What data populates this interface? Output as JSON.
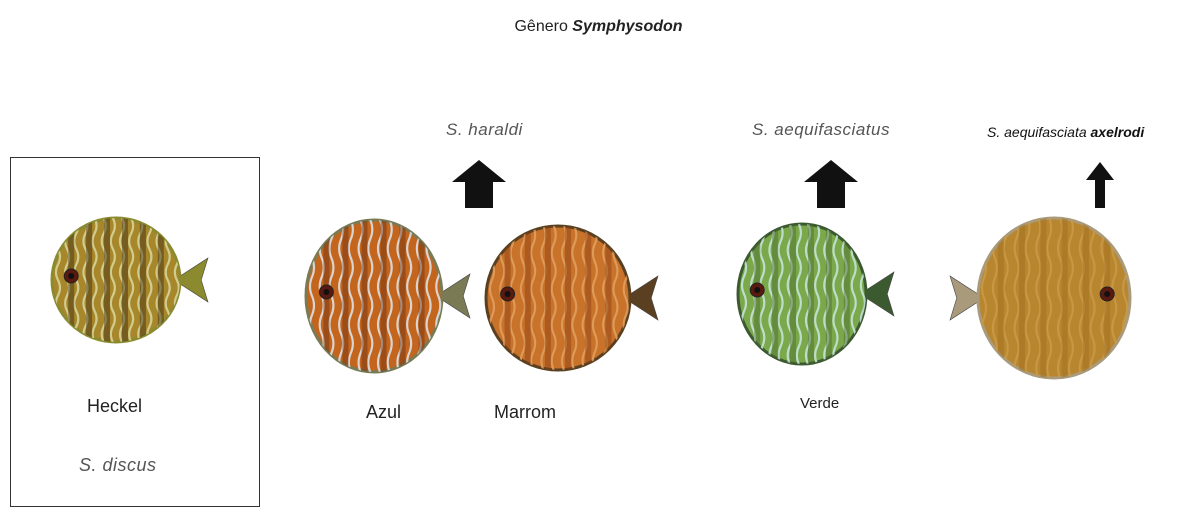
{
  "title": {
    "prefix": "Gênero",
    "genus": "Symphysodon"
  },
  "species": {
    "haraldi": "S. haraldi",
    "aequifasciatus": "S. aequifasciatus",
    "axelrodi_prefix": "S. aequifasciata",
    "axelrodi_suffix": "axelrodi"
  },
  "fish": [
    {
      "name": "Heckel",
      "colors": {
        "body": "#a8862a",
        "stripe": "#d7d8a0",
        "bar": "#3a2a10",
        "fin": "#8c8a2e"
      }
    },
    {
      "name": "Azul",
      "colors": {
        "body": "#c4651e",
        "stripe": "#dde8ee",
        "bar": "#6a2f10",
        "fin": "#7a7a55"
      }
    },
    {
      "name": "Marrom",
      "colors": {
        "body": "#c8722a",
        "stripe": "#e0a160",
        "bar": "#8a3e12",
        "fin": "#5a4020"
      }
    },
    {
      "name": "Verde",
      "colors": {
        "body": "#7aa84a",
        "stripe": "#c8e6e0",
        "bar": "#4b6a2c",
        "fin": "#3c5a30"
      }
    },
    {
      "name": "",
      "colors": {
        "body": "#b8862e",
        "stripe": "#c99a48",
        "bar": "#a06e22",
        "fin": "#a89a7a"
      }
    }
  ],
  "heckel_species": "S. discus"
}
